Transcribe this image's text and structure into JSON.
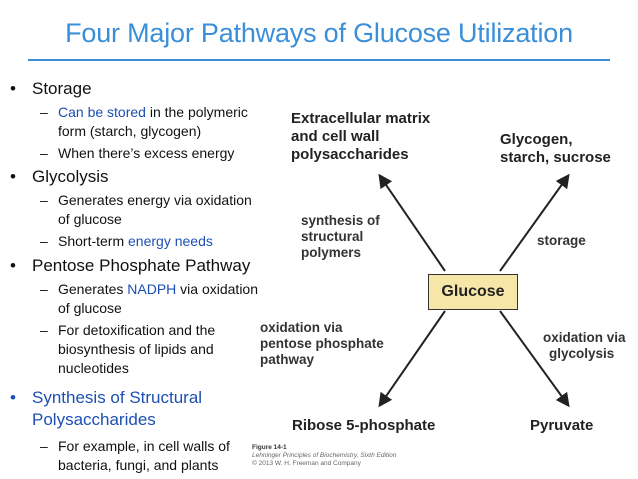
{
  "title": "Four Major Pathways of Glucose Utilization",
  "bullets": [
    {
      "label": "Storage",
      "subs": [
        {
          "highlight": "Can be stored",
          "rest_line1": " in the polymeric",
          "line2": "form (starch, glycogen)"
        },
        {
          "text": "When there’s excess energy"
        }
      ]
    },
    {
      "label": "Glycolysis",
      "subs": [
        {
          "line1": "Generates energy via oxidation",
          "line2": "of glucose"
        },
        {
          "prefix": "Short-term ",
          "highlight": "energy needs"
        }
      ]
    },
    {
      "label": "Pentose Phosphate Pathway",
      "subs": [
        {
          "prefix": "Generates ",
          "highlight": "NADPH",
          "suffix": " via oxidation",
          "line2": "of glucose"
        },
        {
          "line1": "For detoxification and the",
          "line2": "biosynthesis of lipids and",
          "line3": "nucleotides"
        }
      ]
    },
    {
      "label_line1": "Synthesis of Structural",
      "label_line2": "Polysaccharides",
      "subs": [
        {
          "line1": "For example, in cell walls of",
          "line2": "bacteria, fungi, and plants"
        }
      ]
    }
  ],
  "figure": {
    "center": "Glucose",
    "ends": {
      "top_left": [
        "Extracellular matrix",
        "and cell wall",
        "polysaccharides"
      ],
      "top_right": [
        "Glycogen,",
        "starch, sucrose"
      ],
      "bottom_left": "Ribose 5-phosphate",
      "bottom_right": "Pyruvate"
    },
    "routes": {
      "top_left": [
        "synthesis of",
        "structural",
        "polymers"
      ],
      "top_right": "storage",
      "bottom_left": [
        "oxidation via",
        "pentose phosphate",
        "pathway"
      ],
      "bottom_right": [
        "oxidation via",
        "glycolysis"
      ]
    },
    "caption": {
      "figure_no": "Figure 14-1",
      "book": "Lehninger Principles of Biochemistry, Sixth Edition",
      "copyright": "© 2013 W. H. Freeman and Company"
    }
  },
  "colors": {
    "title": "#3a8fd8",
    "highlight": "#1c4fb4",
    "glucose_box": "#f6e7a8"
  }
}
